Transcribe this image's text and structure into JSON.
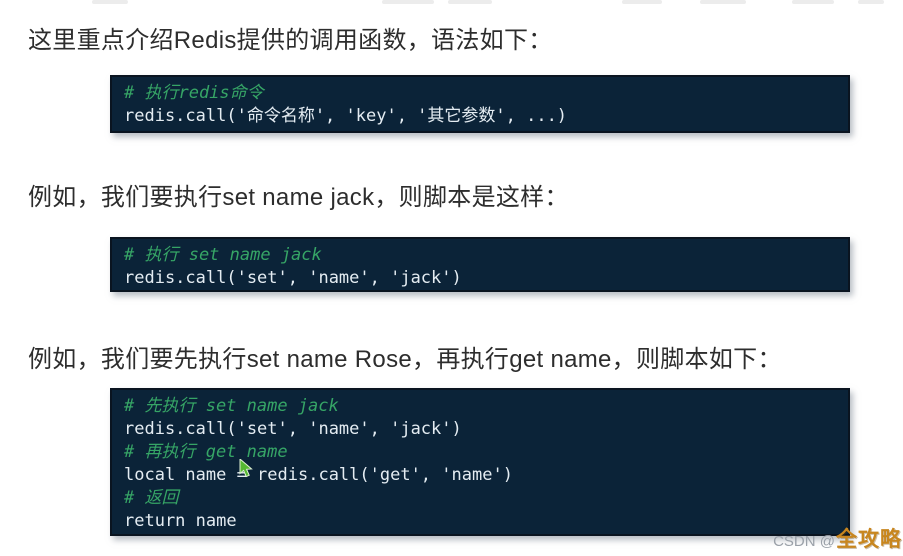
{
  "paragraphs": [
    "这里重点介绍Redis提供的调用函数，语法如下：",
    "例如，我们要执行set name jack，则脚本是这样：",
    "例如，我们要先执行set name Rose，再执行get name，则脚本如下："
  ],
  "code_blocks": [
    {
      "lines": [
        {
          "type": "comment",
          "text": "# 执行redis命令"
        },
        {
          "type": "code",
          "text": "redis.call('命令名称', 'key', '其它参数', ...)"
        }
      ]
    },
    {
      "lines": [
        {
          "type": "comment",
          "text": "# 执行 set name jack"
        },
        {
          "type": "code",
          "text": "redis.call('set', 'name', 'jack')"
        }
      ]
    },
    {
      "lines": [
        {
          "type": "comment",
          "text": "# 先执行 set name jack"
        },
        {
          "type": "code",
          "text": "redis.call('set', 'name', 'jack')"
        },
        {
          "type": "comment",
          "text": "# 再执行 get name"
        },
        {
          "type": "code",
          "text": "local name = redis.call('get', 'name')"
        },
        {
          "type": "comment",
          "text": "# 返回"
        },
        {
          "type": "code",
          "text": "return name"
        }
      ]
    }
  ],
  "watermark": {
    "prefix": "CSDN @",
    "brand": "全攻略"
  },
  "colors": {
    "code_background": "#0b2338",
    "comment_green": "#36a566",
    "code_text": "#e4ecf2",
    "body_text": "#2d2d2d",
    "watermark_prefix": "#9aa0a8",
    "watermark_brand": "#c8861f",
    "cursor_green": "#56b families32"
  }
}
